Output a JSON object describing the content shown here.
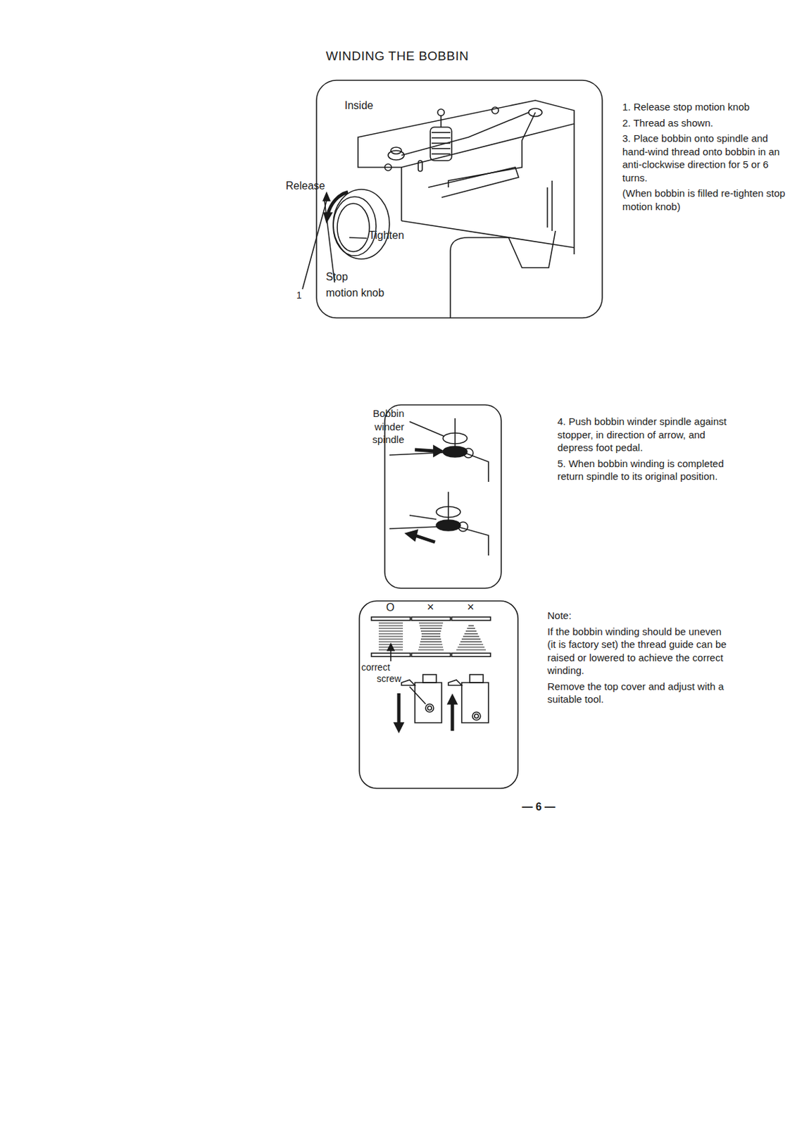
{
  "diagram": {
    "title": "WINDING THE BOBBIN",
    "labels": [
      "Inside",
      "Release",
      "Tighten",
      "Stop",
      "motion knob",
      "1",
      "1. Release stop motion knob",
      "2. Thread as shown.",
      "3. Place bobbin onto spindle and hand-wind thread onto bobbin in an anti-clockwise direction for 5 or 6 turns.",
      "(When bobbin is filled re-tighten stop motion knob)",
      "Bobbin winder spindle",
      "4. Push bobbin winder spindle against stopper, in direction of arrow, and depress foot pedal.",
      "5. When bobbin winding is completed return spindle to its original position.",
      "O",
      "×",
      "×",
      "correct",
      "screw",
      "Note:",
      "If the bobbin winding should be uneven (it is factory set) the thread guide can be raised or lowered to achieve the correct winding.",
      "Remove the top cover and adjust with a suitable tool.",
      "— 6 —"
    ]
  }
}
